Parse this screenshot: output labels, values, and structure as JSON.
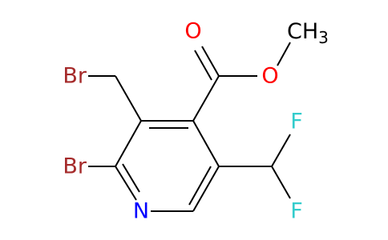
{
  "colors": {
    "background": "#ffffff",
    "bond": "#000000",
    "bromine": "#a52a2a",
    "oxygen": "#ff0000",
    "fluorine": "#33cccc",
    "nitrogen": "#0000ff",
    "carbon_label": "#000000"
  },
  "atoms": {
    "br_top": "Br",
    "br_bottom": "Br",
    "o_carbonyl": "O",
    "o_ester": "O",
    "methyl": "CH",
    "methyl_sub": "3",
    "f_top": "F",
    "f_bottom": "F",
    "n_ring": "N"
  }
}
